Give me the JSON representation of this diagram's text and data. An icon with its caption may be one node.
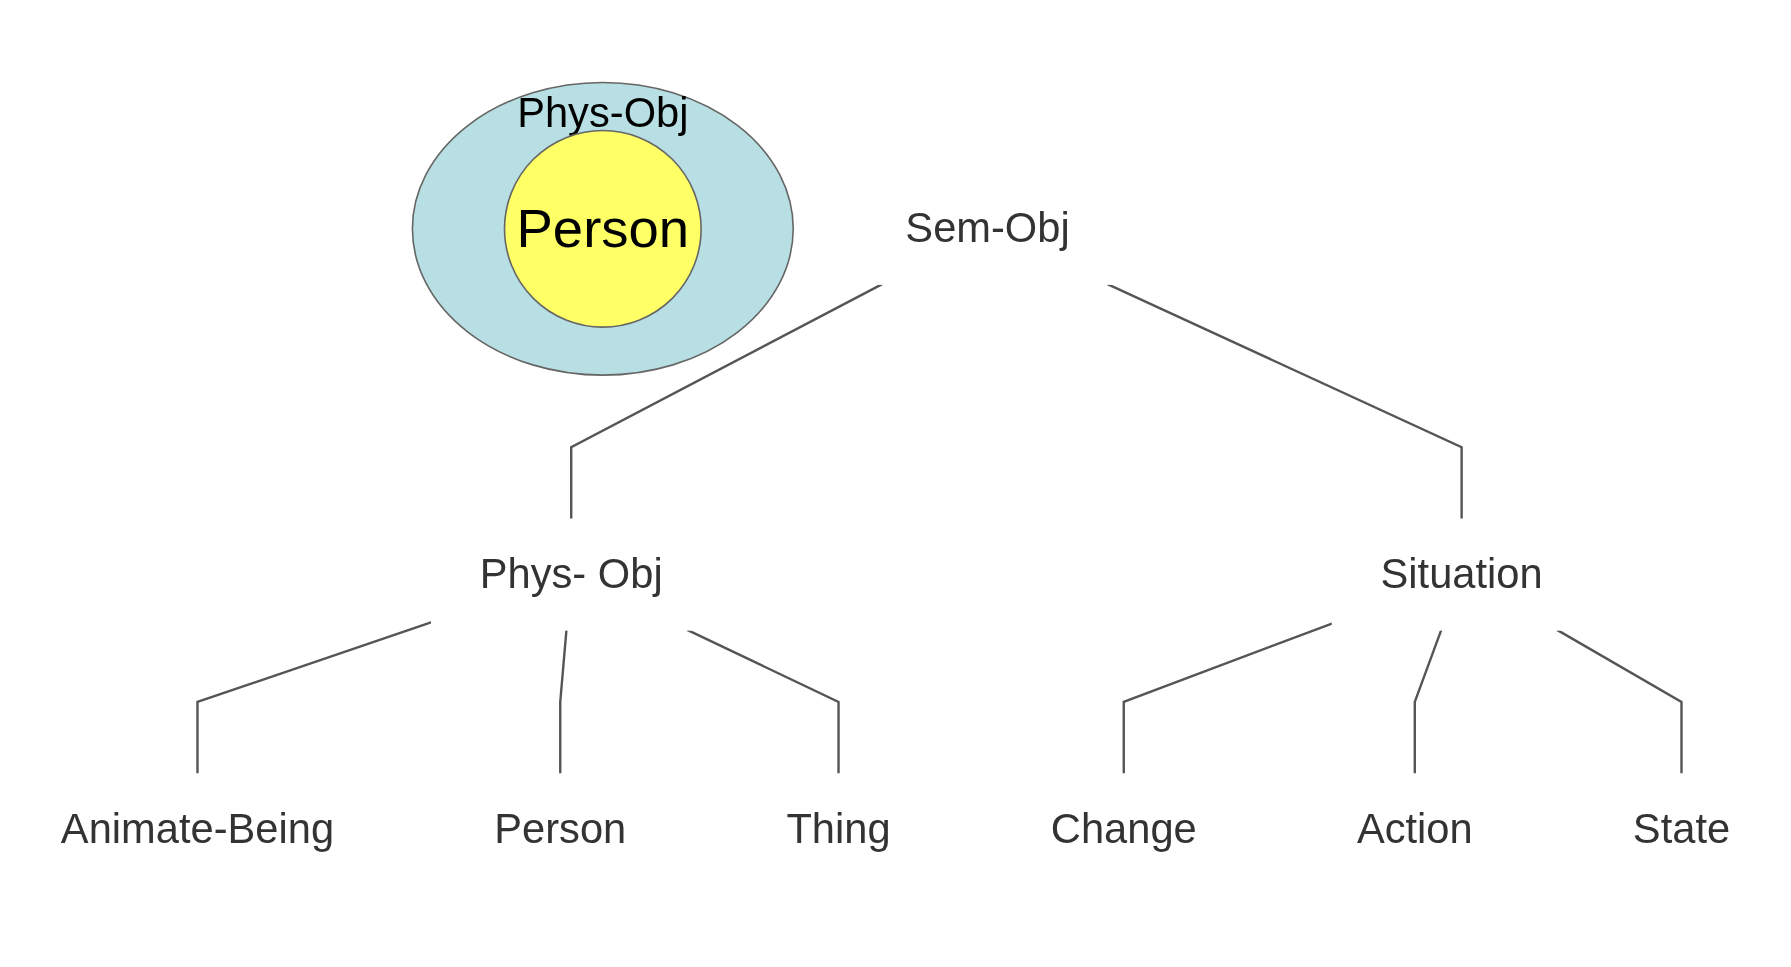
{
  "diagram": {
    "nodes": [
      {
        "text": [
          "Sem-Obj"
        ]
      },
      {
        "text": [
          "Phys- Obj"
        ]
      },
      {
        "text": [
          "Situation"
        ]
      },
      {
        "text": [
          "Animate-Being"
        ]
      },
      {
        "text": [
          "Person"
        ]
      },
      {
        "text": [
          "Thing"
        ]
      },
      {
        "text": [
          "Change"
        ]
      },
      {
        "text": [
          "Action"
        ]
      },
      {
        "text": [
          "State"
        ]
      },
      {
        "text": [
          "Phys-Obj"
        ]
      },
      {
        "text": [
          "Person"
        ],
        "in": 9
      }
    ],
    "edges": [
      {
        "from": 0,
        "to": 1,
        "arrow": "none"
      },
      {
        "from": 0,
        "to": 2,
        "arrow": "none"
      },
      {
        "from": 1,
        "to": 3,
        "arrow": "none"
      },
      {
        "from": 1,
        "to": 4,
        "arrow": "none"
      },
      {
        "from": 1,
        "to": 5,
        "arrow": "none"
      },
      {
        "from": 2,
        "to": 6,
        "arrow": "none"
      },
      {
        "from": 2,
        "to": 7,
        "arrow": "none"
      },
      {
        "from": 2,
        "to": 8,
        "arrow": "none"
      }
    ]
  }
}
